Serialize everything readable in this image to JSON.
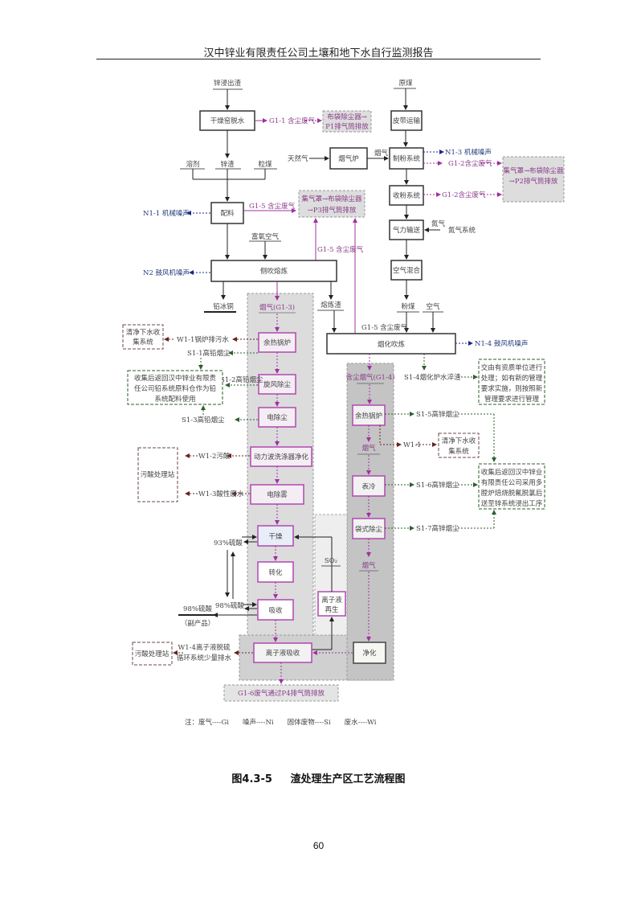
{
  "header": {
    "title": "汉中锌业有限责任公司土壤和地下水自行监测报告"
  },
  "caption": {
    "figure_no": "图4.3-5",
    "title": "渣处理生产区工艺流程图"
  },
  "page_number": "60",
  "colors": {
    "process_box": "#333333",
    "pink_box": "#b048b0",
    "gas": "#8a3d8a",
    "noise": "#223a7a",
    "solid": "#2e5e2e",
    "water": "#6a2020",
    "shade_light": "#dcdcdc",
    "shade_dark": "#c4c4c4"
  },
  "diagram": {
    "left_chain": {
      "input": "锌浸出渣",
      "dry": "干燥窑脱水",
      "g1_1": "G1-1 含尘废气",
      "p1_box": [
        "布袋除尘器→",
        "P1排气筒排放"
      ],
      "inputs": [
        "溶剂",
        "锌渣",
        "粒煤"
      ],
      "mix": "配料",
      "n1_1": "N1-1 机械噪声",
      "g1_5_a": "G1-5 含尘废气",
      "p3_box": [
        "集气罩→布袋除尘器",
        "→P3排气筒排放"
      ],
      "oxygen_air": "富氧空气",
      "g1_5_b": "G1-5 含尘废气",
      "side_blow": "侧吹熔炼",
      "n2": "N2 鼓风机噪声",
      "lead_copper": "铅冰铜",
      "smelt_slag": "熔炼渣"
    },
    "right_chain": {
      "input": "原煤",
      "belt": "皮带运输",
      "natural_gas": "天然气",
      "flue_furnace": "烟气炉",
      "flue_gas": "烟气",
      "mill": "制粉系统",
      "n1_3": "N1-3 机械噪声",
      "g1_2_a": "G1-2含尘废气",
      "p2_box": [
        "集气罩→布袋除尘器",
        "→P2排气筒排放"
      ],
      "collect": "收粉系统",
      "g1_2_b": "G1-2含尘废气",
      "pneumatic": "气力输送",
      "nitrogen": "氮气",
      "nitrogen_sys": "氮气系统",
      "air_mix": "空气混合",
      "pulverized_coal": "粉煤",
      "air": "空气",
      "g1_5_c": "G1-5 含尘废气",
      "fuming": "烟化吹炼",
      "n1_4": "N1-4 鼓风机噪声"
    },
    "lead_flue": {
      "gas_label": "烟气(G1-3)",
      "boiler": "余热锅炉",
      "w1_1": "W1-1锅炉排污水",
      "clean_water_box": [
        "清净下水收",
        "集系统"
      ],
      "s1_1": "S1-1高铅烟尘",
      "cyclone": "旋风除尘",
      "s1_2": "S1-2高铅烟尘",
      "lead_return_box": [
        "收集后返回汉中锌业有限责",
        "任公司铅系统原料仓作为铅",
        "系统配料使用"
      ],
      "esp": "电除尘",
      "s1_3": "S1-3高铅烟尘",
      "scrubber": "动力波洗涤器净化",
      "w1_2": "W1-2污酸",
      "acid_station": "污酸处理站",
      "mist": "电除雾",
      "w1_3": "W1-3酸性废水",
      "drying": "干燥",
      "acid93": "93%硫酸",
      "conversion": "转化",
      "absorption": "吸收",
      "acid98": "98%硫酸",
      "acid98_out": "98%硫酸",
      "byproduct": "（副产品）",
      "so2": "SO₂",
      "regen": [
        "离子液",
        "再生"
      ],
      "ionic_abs": "离子液吸收",
      "w1_4": [
        "W1-4离子液脱硫",
        "循环系统少量排水"
      ],
      "acid_station2": "污酸处理站",
      "g1_6": "G1-6废气通过P4排气筒排放"
    },
    "zinc_flue": {
      "gas_label": "含尘烟气(G1-4)",
      "s1_4": "S1-4烟化炉水淬渣",
      "qualified_box": [
        "交由有资质单位进行",
        "处理；如有新的管理",
        "要求实施，则按照新",
        "管理要求进行管理"
      ],
      "boiler": "余热锅炉",
      "s1_5": "S1-5高锌烟尘",
      "w1_1b": "W1-1",
      "clean_water_box2": [
        "清净下水收",
        "集系统"
      ],
      "flue": "烟气",
      "cooler": "表冷",
      "s1_6": "S1-6高锌烟尘",
      "zinc_return_box": [
        "收集后返回汉中锌业",
        "有限责任公司采用多",
        "膛炉焙烧脱氟脱氯后",
        "送至锌系统浸出工序"
      ],
      "bag": "袋式除尘",
      "s1_7": "S1-7高锌烟尘",
      "flue2": "烟气",
      "purify": "净化"
    },
    "legend": "注：废气----Gi　　噪声----Ni　　固体废物----Si　　废水----Wi"
  }
}
